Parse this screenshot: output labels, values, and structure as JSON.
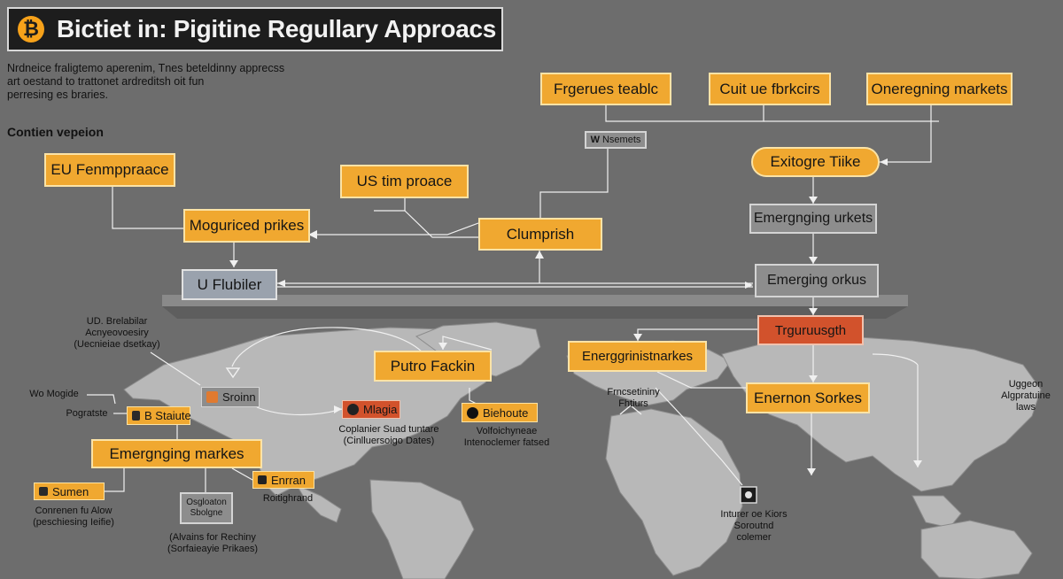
{
  "header": {
    "icon": "bitcoin-icon",
    "icon_glyph": "₿",
    "title": "Bictiet in: Pigitine Regullary Approacs"
  },
  "intro_lines": [
    "Nrdneice fraligtemo aperenim, Tnes beteldinny apprecss",
    "art oestand to trattonet ardreditsh oit fun",
    "perresing es braries."
  ],
  "section_label": "Contien vepeion",
  "boxes": {
    "fregerues": "Frgerues teablc",
    "cuit": "Cuit ue fbrkcirs",
    "oneregning": "Oneregning markets",
    "nsemets": "Nsemets",
    "eu": "EU Fenmppraace",
    "us": "US tim proace",
    "moguriced": "Moguriced prikes",
    "clumprish": "Clumprish",
    "exitogre": "Exitogre Tiike",
    "emerg_urkets": "Emergnging urkets",
    "u_flubiler": "U Flubiler",
    "emerg_orkus": "Emerging orkus",
    "trguru": "Trguruusgth",
    "putro": "Putro Fackin",
    "energrin": "Energgrinistnarkes",
    "enernon": "Enernon Sorkes",
    "emerg_markes": "Emergnging markes",
    "sroinn": "Sroinn",
    "b_staiute": "B Staiute",
    "mlagia": "Mlagia",
    "biehoute": "Biehoute",
    "enrran": "Enrran",
    "sumen": "Sumen",
    "osgloaton": "Osgloaton\nSbolgne"
  },
  "labels": {
    "ud": "UD. Brelabilar\nAcnyeovoesiry\n(Uecnieiae dsetkay)",
    "wo_mogide": "Wo Mogide",
    "pogratste": "Pogratste",
    "coplanier": "Coplanier Suad tuntare\n(Cinlluersoigo Dates)",
    "volfoichyneae": "Volfoichyneae\nIntenoclemer fatsed",
    "fracsetininy": "Frncsetininy\nFhtiurs",
    "uggeon": "Uggeon\nAlgpratuine\nlaws",
    "conrenen": "Conrenen fu Alow\n(peschiesing Ieifie)",
    "roitighrand": "Roitighrand",
    "alvains": "(Alvains for Rechiny\n(Sorfaieayie Prikaes)",
    "inturer": "Inturer oe Kiors\nSoroutnd\ncolemer"
  },
  "colors": {
    "background": "#6d6d6d",
    "map_land": "#b8b8b8",
    "orange_box": "#f0a830",
    "gray_box": "#8d8d8d",
    "red_box": "#d2522c",
    "title_bar": "#1d1d1d",
    "bitcoin": "#f7a21a"
  }
}
